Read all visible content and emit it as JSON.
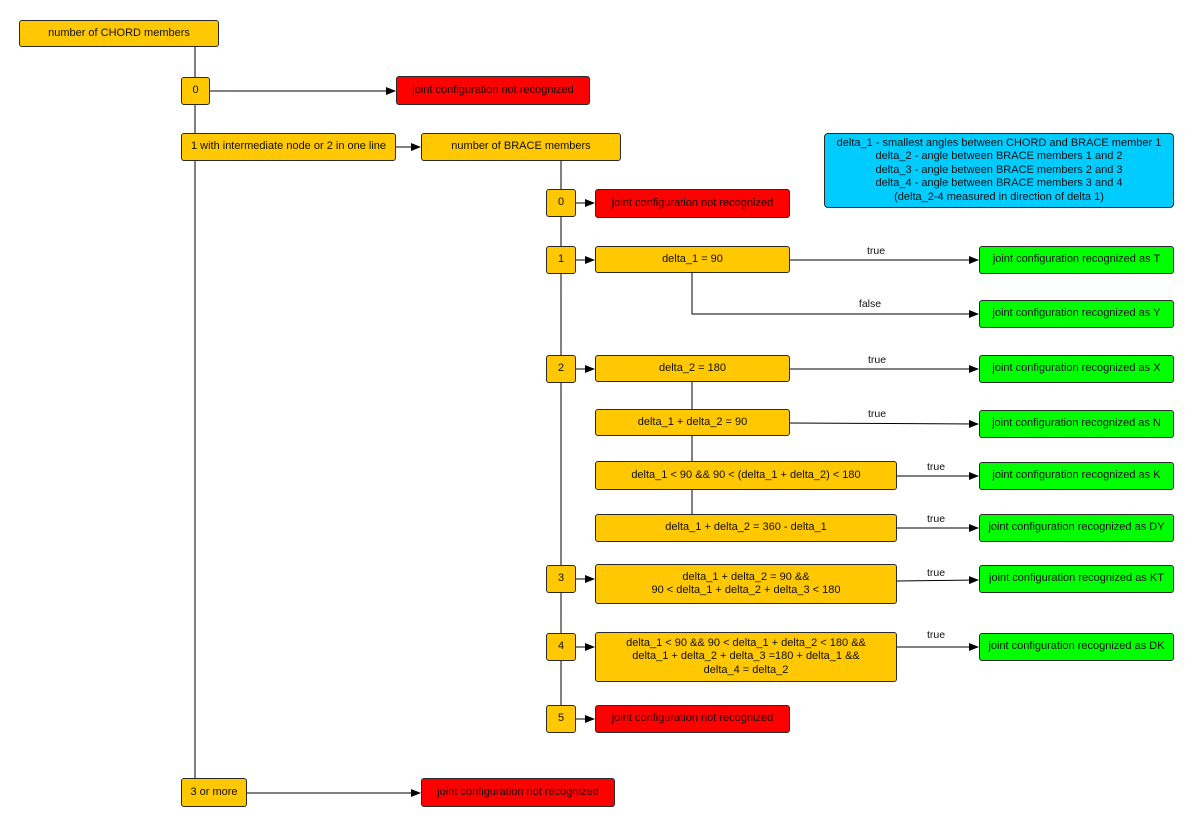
{
  "chord": {
    "root": "number of CHORD members",
    "count_0": "0",
    "count_1": "1 with intermediate node or 2 in one line",
    "count_3": "3 or more",
    "not_recognized_0": "joint configuration not recognized",
    "not_recognized_3": "joint configuration not recognized"
  },
  "brace": {
    "root": "number of BRACE members",
    "count_0": "0",
    "count_1": "1",
    "count_2": "2",
    "count_3": "3",
    "count_4": "4",
    "count_5": "5",
    "not_recognized_0": "joint configuration not recognized",
    "not_recognized_5": "joint configuration not recognized"
  },
  "conditions": {
    "c1": "delta_1 = 90",
    "c2a": "delta_2 = 180",
    "c2b": "delta_1  + delta_2 = 90",
    "c2c": "delta_1 < 90 && 90 < (delta_1 + delta_2)  < 180",
    "c2d": "delta_1 + delta_2 = 360 - delta_1",
    "c3": "delta_1 + delta_2 = 90 &&\n90 < delta_1 + delta_2 + delta_3 < 180",
    "c4": "delta_1 < 90 && 90 < delta_1 + delta_2  < 180 &&\ndelta_1 + delta_2 + delta_3 =180 + delta_1 &&\ndelta_4 = delta_2"
  },
  "results": {
    "T": "joint configuration recognized as T",
    "Y": "joint configuration recognized as Y",
    "X": "joint configuration recognized as X",
    "N": "joint configuration recognized as N",
    "K": "joint configuration recognized as K",
    "DY": "joint configuration recognized as DY",
    "KT": "joint configuration recognized as KT",
    "DK": "joint configuration recognized as DK"
  },
  "edge_labels": {
    "t1": "true",
    "f1": "false",
    "t2a": "true",
    "t2b": "true",
    "t2c": "true",
    "t2d": "true",
    "t3": "true",
    "t4": "true"
  },
  "legend": "delta_1 - smallest angles between CHORD and BRACE member 1\ndelta_2 - angle between BRACE members 1 and 2\ndelta_3 - angle between BRACE members 2 and 3\ndelta_4 - angle between BRACE members 3 and 4\n(delta_2-4 measured in direction of delta 1)",
  "colors": {
    "decision": "#ffc800",
    "not_recognized": "#ff0000",
    "recognized": "#00ff00",
    "legend": "#00ccff"
  }
}
